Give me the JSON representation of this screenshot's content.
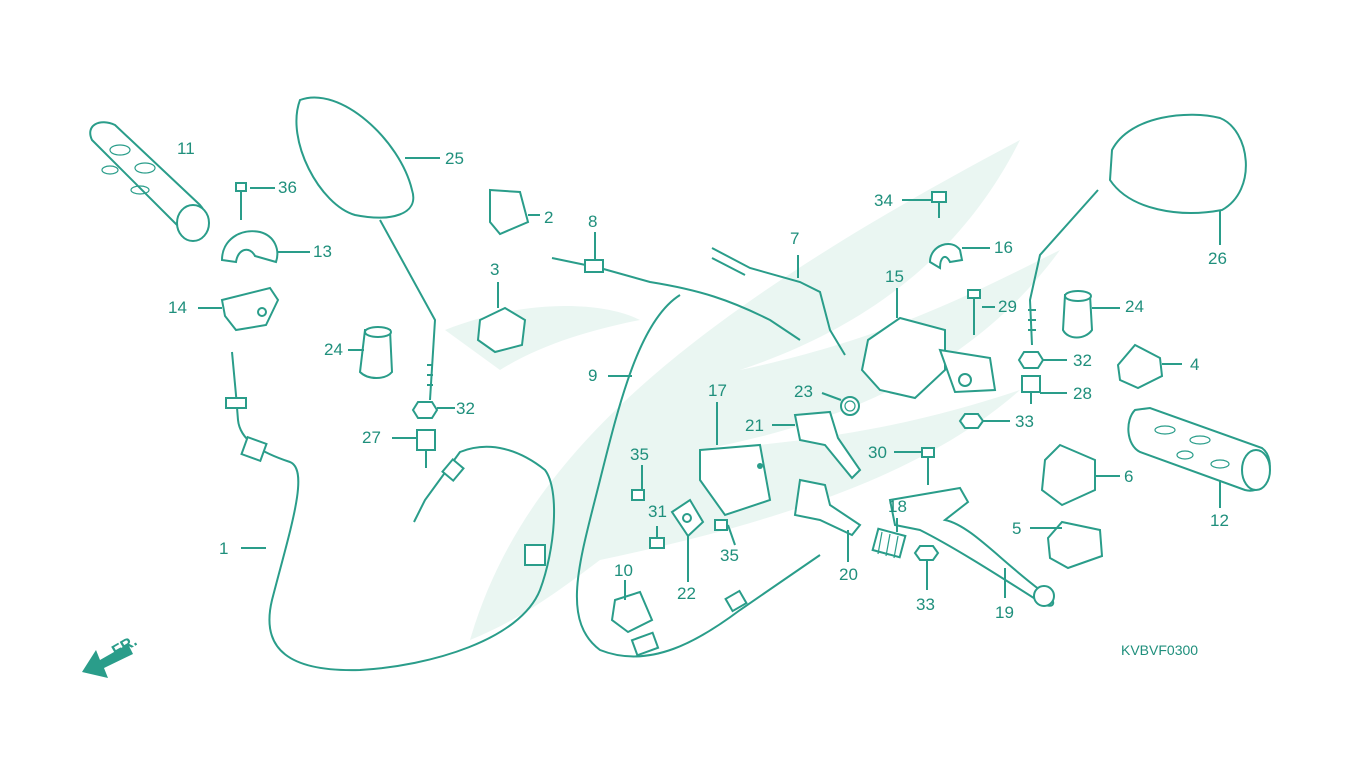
{
  "diagram": {
    "code": "KVBVF0300",
    "direction_label": "FR.",
    "colors": {
      "line": "#2a9d8a",
      "label": "#1f8f7c",
      "watermark": "#eaf6f2"
    },
    "callouts": [
      {
        "id": "c1",
        "text": "1"
      },
      {
        "id": "c2",
        "text": "2"
      },
      {
        "id": "c3",
        "text": "3"
      },
      {
        "id": "c4",
        "text": "4"
      },
      {
        "id": "c5",
        "text": "5"
      },
      {
        "id": "c6",
        "text": "6"
      },
      {
        "id": "c7",
        "text": "7"
      },
      {
        "id": "c8",
        "text": "8"
      },
      {
        "id": "c9",
        "text": "9"
      },
      {
        "id": "c10",
        "text": "10"
      },
      {
        "id": "c11",
        "text": "11"
      },
      {
        "id": "c12",
        "text": "12"
      },
      {
        "id": "c13",
        "text": "13"
      },
      {
        "id": "c14",
        "text": "14"
      },
      {
        "id": "c15",
        "text": "15"
      },
      {
        "id": "c16",
        "text": "16"
      },
      {
        "id": "c17",
        "text": "17"
      },
      {
        "id": "c18",
        "text": "18"
      },
      {
        "id": "c19",
        "text": "19"
      },
      {
        "id": "c20",
        "text": "20"
      },
      {
        "id": "c21",
        "text": "21"
      },
      {
        "id": "c22",
        "text": "22"
      },
      {
        "id": "c23",
        "text": "23"
      },
      {
        "id": "c24a",
        "text": "24"
      },
      {
        "id": "c24b",
        "text": "24"
      },
      {
        "id": "c25",
        "text": "25"
      },
      {
        "id": "c26",
        "text": "26"
      },
      {
        "id": "c27",
        "text": "27"
      },
      {
        "id": "c28",
        "text": "28"
      },
      {
        "id": "c29",
        "text": "29"
      },
      {
        "id": "c30",
        "text": "30"
      },
      {
        "id": "c31",
        "text": "31"
      },
      {
        "id": "c32a",
        "text": "32"
      },
      {
        "id": "c32b",
        "text": "32"
      },
      {
        "id": "c33a",
        "text": "33"
      },
      {
        "id": "c33b",
        "text": "33"
      },
      {
        "id": "c34",
        "text": "34"
      },
      {
        "id": "c35a",
        "text": "35"
      },
      {
        "id": "c35b",
        "text": "35"
      },
      {
        "id": "c36",
        "text": "36"
      }
    ]
  }
}
